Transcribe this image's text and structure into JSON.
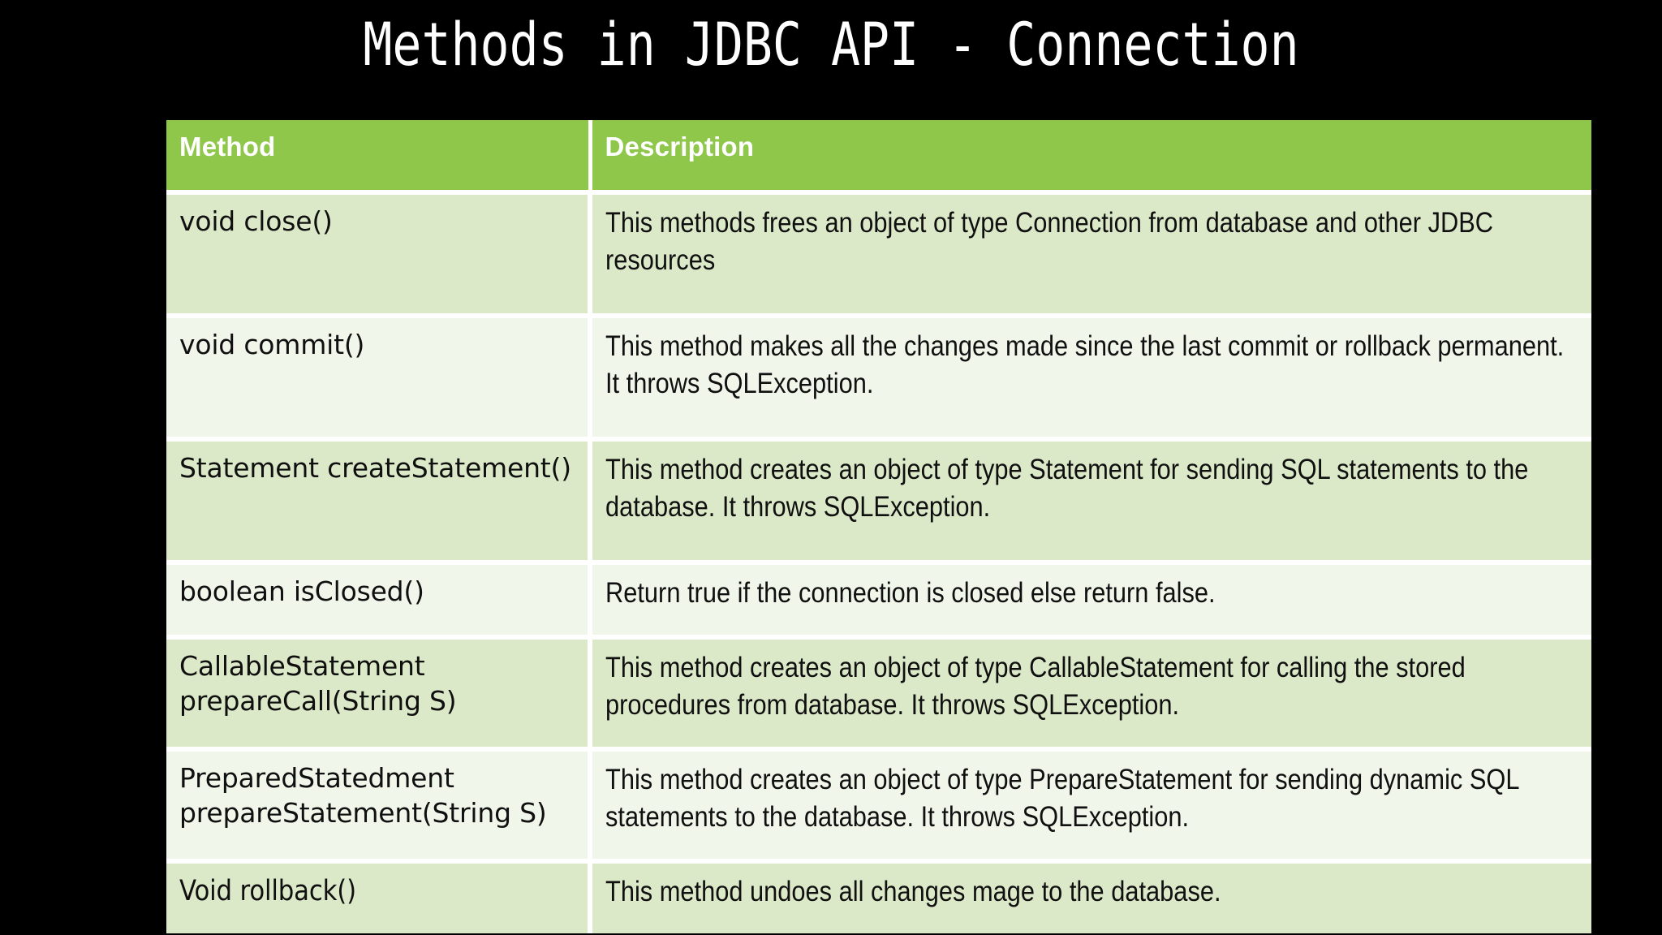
{
  "slide": {
    "title": "Methods in JDBC API - Connection",
    "background_color": "#000000",
    "title_color": "#ffffff"
  },
  "table": {
    "header_bg": "#8FC74B",
    "header_text_color": "#ffffff",
    "row_color_a": "#DCE9C8",
    "row_color_b": "#F1F6EA",
    "columns": [
      {
        "key": "method",
        "label": "Method"
      },
      {
        "key": "description",
        "label": "Description"
      }
    ],
    "rows": [
      {
        "method": "void close()",
        "description": "This methods frees an object of type Connection from database and other JDBC resources"
      },
      {
        "method": "void commit()",
        "description": "This method makes all the changes made since the last commit or rollback permanent. It throws SQLException."
      },
      {
        "method": "Statement createStatement()",
        "description": "This method creates an object of type Statement for sending SQL statements to the database. It throws SQLException."
      },
      {
        "method": "boolean isClosed()",
        "description": "Return true if the connection is closed else return false."
      },
      {
        "method": "CallableStatement prepareCall(String S)",
        "description": "This method creates an object of type CallableStatement for calling the stored procedures from database. It throws SQLException."
      },
      {
        "method": "PreparedStatedment prepareStatement(String S)",
        "description": "This method creates an object of type PrepareStatement for sending dynamic SQL statements to the database. It throws SQLException."
      },
      {
        "method": "Void rollback()",
        "description": "This method undoes all changes mage to the database."
      }
    ]
  }
}
